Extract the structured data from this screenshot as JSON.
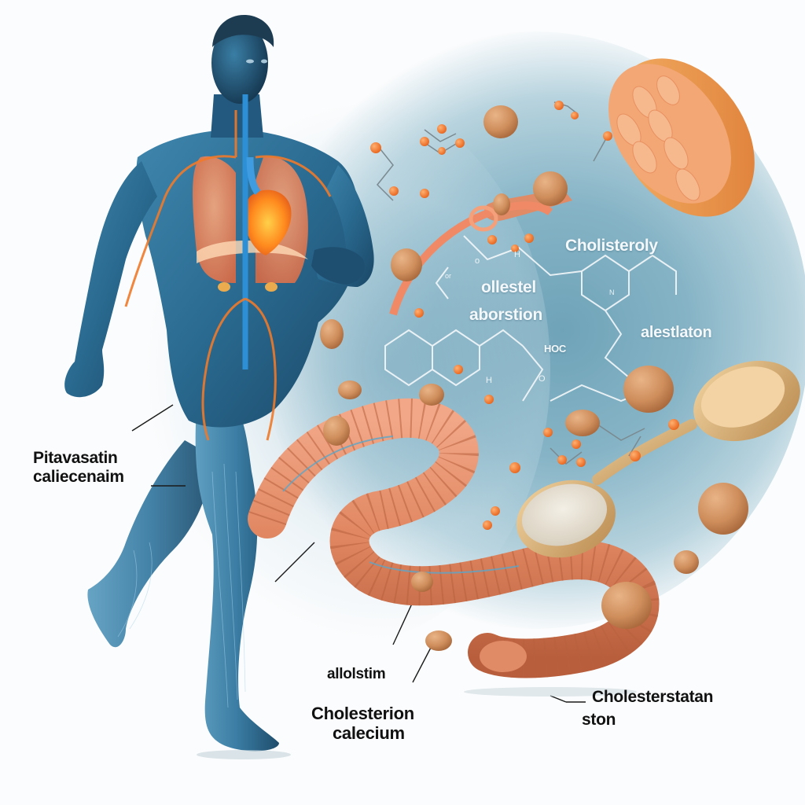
{
  "figure": {
    "subject": "Human body cholesterol absorption illustration",
    "elements": {
      "runner": "translucent blue running man with visible lungs, heart and blood vessels",
      "villus_disc": "orange cross-section disc with stalk (intestinal villus)",
      "intestine": "coiled segmented orange intestine",
      "spoon": "wooden spoon with white powder",
      "particles": "brown speckled spheres and orange ball-and-stick molecules"
    },
    "colors": {
      "body_blue": "#2f6f95",
      "body_dark": "#163a55",
      "organ_orange": "#f08a4b",
      "intestine": "#e08a66",
      "particle_brown": "#c98b5a",
      "molecule_orange": "#f07a2a",
      "background_blue": "#7fb0c3"
    }
  },
  "labels": {
    "left_top": "Pitavasatin",
    "left_bottom": "caliecenaim",
    "cholesteroly": "Cholisteroly",
    "center_top": "ollestel",
    "center_bottom": "aborstion",
    "right_mid": "alestlaton",
    "hoc": "HOC",
    "bottom_small": "allolstim",
    "bottom_main_1": "Cholesterion",
    "bottom_main_2": "calecium",
    "bottom_right_1": "Cholesterstatan",
    "bottom_right_2": "ston"
  },
  "glyphs": {
    "o1": "o",
    "o2": "O",
    "h1": "H",
    "h2": "H",
    "n1": "N",
    "or": "or"
  }
}
